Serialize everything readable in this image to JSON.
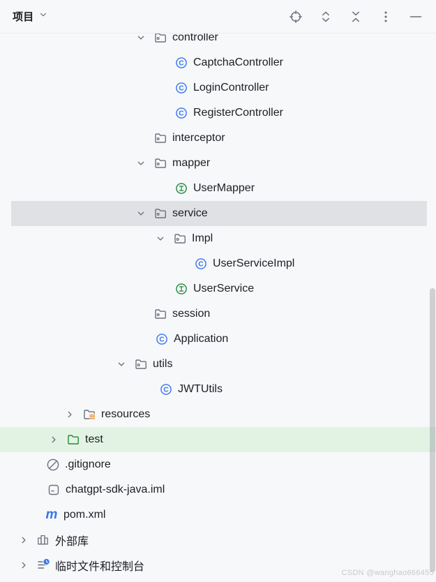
{
  "header": {
    "title": "项目",
    "toolbar": [
      {
        "name": "locate"
      },
      {
        "name": "expand-all"
      },
      {
        "name": "collapse-all"
      },
      {
        "name": "more-options"
      },
      {
        "name": "hide-panel"
      }
    ]
  },
  "tree": {
    "rows": [
      {
        "label": "controller",
        "icon": "package-folder",
        "chevron": "down",
        "indent": 220,
        "clipped": true
      },
      {
        "label": "CaptchaController",
        "icon": "class",
        "chevron": null,
        "indent": 250
      },
      {
        "label": "LoginController",
        "icon": "class",
        "chevron": null,
        "indent": 250
      },
      {
        "label": "RegisterController",
        "icon": "class",
        "chevron": null,
        "indent": 250
      },
      {
        "label": "interceptor",
        "icon": "package-folder",
        "chevron": null,
        "indent": 220
      },
      {
        "label": "mapper",
        "icon": "package-folder",
        "chevron": "down",
        "indent": 220
      },
      {
        "label": "UserMapper",
        "icon": "interface",
        "chevron": null,
        "indent": 250
      },
      {
        "label": "service",
        "icon": "package-folder",
        "chevron": "down",
        "indent": 220,
        "state": "selected"
      },
      {
        "label": "Impl",
        "icon": "package-folder",
        "chevron": "down",
        "indent": 248
      },
      {
        "label": "UserServiceImpl",
        "icon": "class",
        "chevron": null,
        "indent": 278
      },
      {
        "label": "UserService",
        "icon": "interface",
        "chevron": null,
        "indent": 250
      },
      {
        "label": "session",
        "icon": "package-folder",
        "chevron": null,
        "indent": 220
      },
      {
        "label": "Application",
        "icon": "class",
        "chevron": null,
        "indent": 222
      },
      {
        "label": "utils",
        "icon": "package-folder",
        "chevron": "down",
        "indent": 192
      },
      {
        "label": "JWTUtils",
        "icon": "class",
        "chevron": null,
        "indent": 228
      },
      {
        "label": "resources",
        "icon": "resources-folder",
        "chevron": "right",
        "indent": 118
      },
      {
        "label": "test",
        "icon": "test-folder",
        "chevron": "right",
        "indent": 95,
        "state": "green"
      },
      {
        "label": ".gitignore",
        "icon": "ignored",
        "chevron": null,
        "indent": 66
      },
      {
        "label": "chatgpt-sdk-java.iml",
        "icon": "module-file",
        "chevron": null,
        "indent": 67
      },
      {
        "label": "pom.xml",
        "icon": "maven",
        "chevron": null,
        "indent": 64
      },
      {
        "label": "外部库",
        "icon": "library",
        "chevron": "right",
        "indent": 52
      },
      {
        "label": "临时文件和控制台",
        "icon": "scratches",
        "chevron": "right",
        "indent": 52
      }
    ]
  },
  "watermark": "CSDN @wanghao666455",
  "colors": {
    "background": "#f7f8fa",
    "selected_row": "#dfe1e5",
    "added_row": "#e3f3e3",
    "class_blue": "#3574f0",
    "interface_green": "#208a3c",
    "resources_orange": "#e8933c",
    "icon_gray": "#6c707e"
  }
}
